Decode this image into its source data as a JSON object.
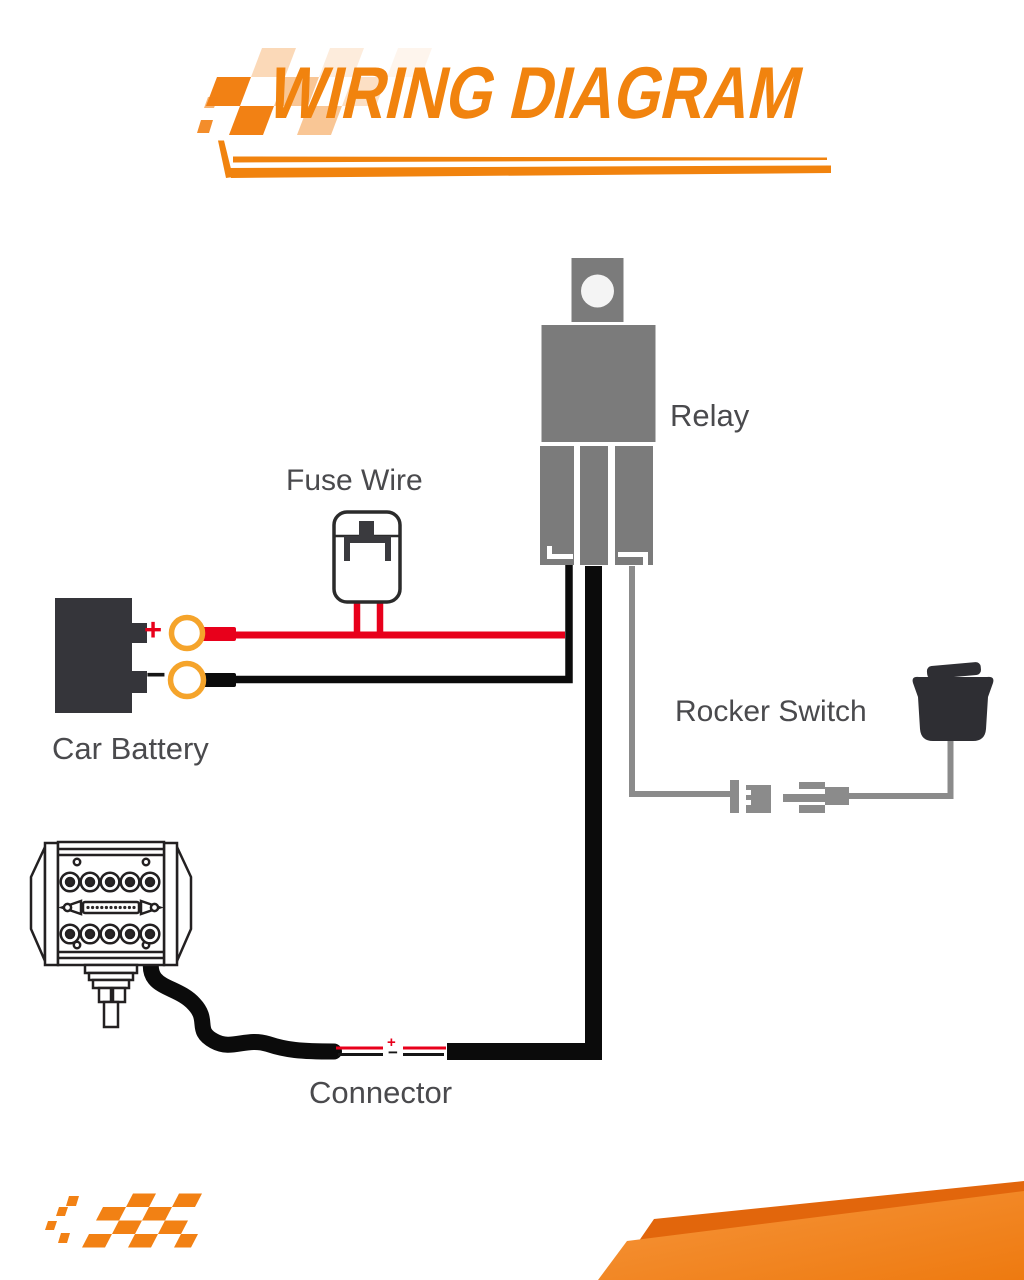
{
  "header": {
    "title": "WIRING DIAGRAM"
  },
  "diagram": {
    "relay": {
      "label": "Relay"
    },
    "fuse": {
      "label": "Fuse Wire"
    },
    "battery": {
      "label": "Car Battery",
      "positive_mark": "+",
      "negative_mark": "−"
    },
    "rocker_switch": {
      "label": "Rocker Switch"
    },
    "connector": {
      "label": "Connector",
      "positive_mark": "+",
      "negative_mark": "−"
    }
  },
  "colors": {
    "accent_orange": "#F1830E",
    "ribbon_orange_light": "#F6953B",
    "ribbon_orange_dark": "#E2660C",
    "wire_red": "#E8001B",
    "wire_black": "#0B0B0B",
    "wire_gray": "#8B8B8B",
    "component_gray": "#7B7B7B",
    "battery_body": "#35353A",
    "switch_body": "#2E2E33",
    "terminal_ring_orange": "#F5A42B",
    "label_text": "#4A4A4D"
  }
}
